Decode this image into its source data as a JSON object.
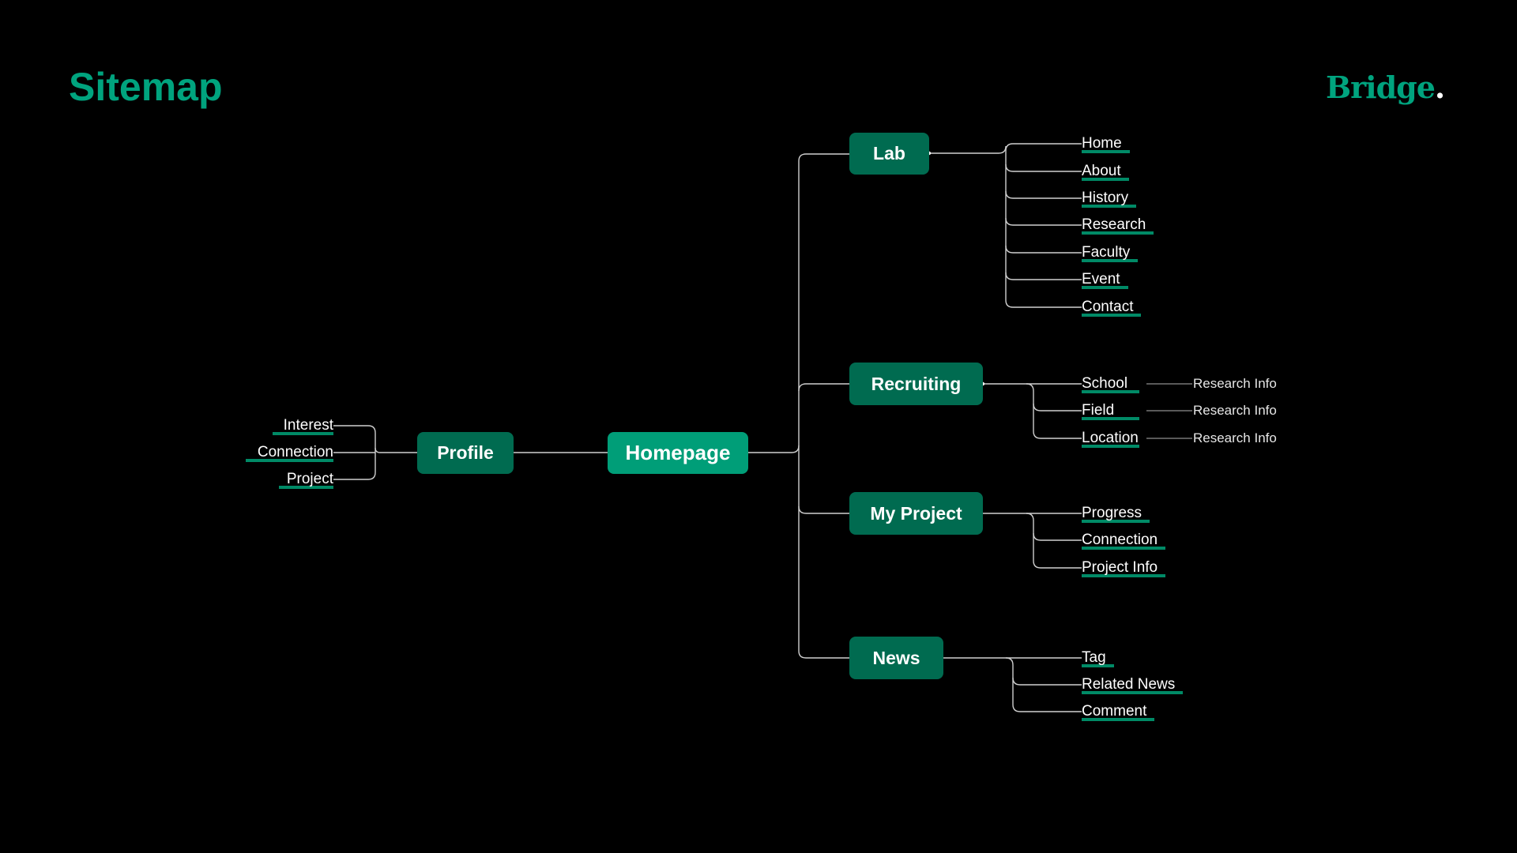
{
  "header": {
    "title": "Sitemap",
    "brand": "Bridge",
    "brand_dot": "."
  },
  "root": {
    "label": "Homepage"
  },
  "profile": {
    "label": "Profile",
    "children": [
      "Interest",
      "Connection",
      "Project"
    ]
  },
  "lab": {
    "label": "Lab",
    "children": [
      "Home",
      "About",
      "History",
      "Research",
      "Faculty",
      "Event",
      "Contact"
    ]
  },
  "recruiting": {
    "label": "Recruiting",
    "children": [
      "School",
      "Field",
      "Location"
    ],
    "sub": [
      "Research Info",
      "Research Info",
      "Research Info"
    ]
  },
  "my_project": {
    "label": "My Project",
    "children": [
      "Progress",
      "Connection",
      "Project Info"
    ]
  },
  "news": {
    "label": "News",
    "children": [
      "Tag",
      "Related News",
      "Comment"
    ]
  },
  "colors": {
    "accent": "#00a37e",
    "node": "#006b50",
    "root": "#009e78"
  }
}
